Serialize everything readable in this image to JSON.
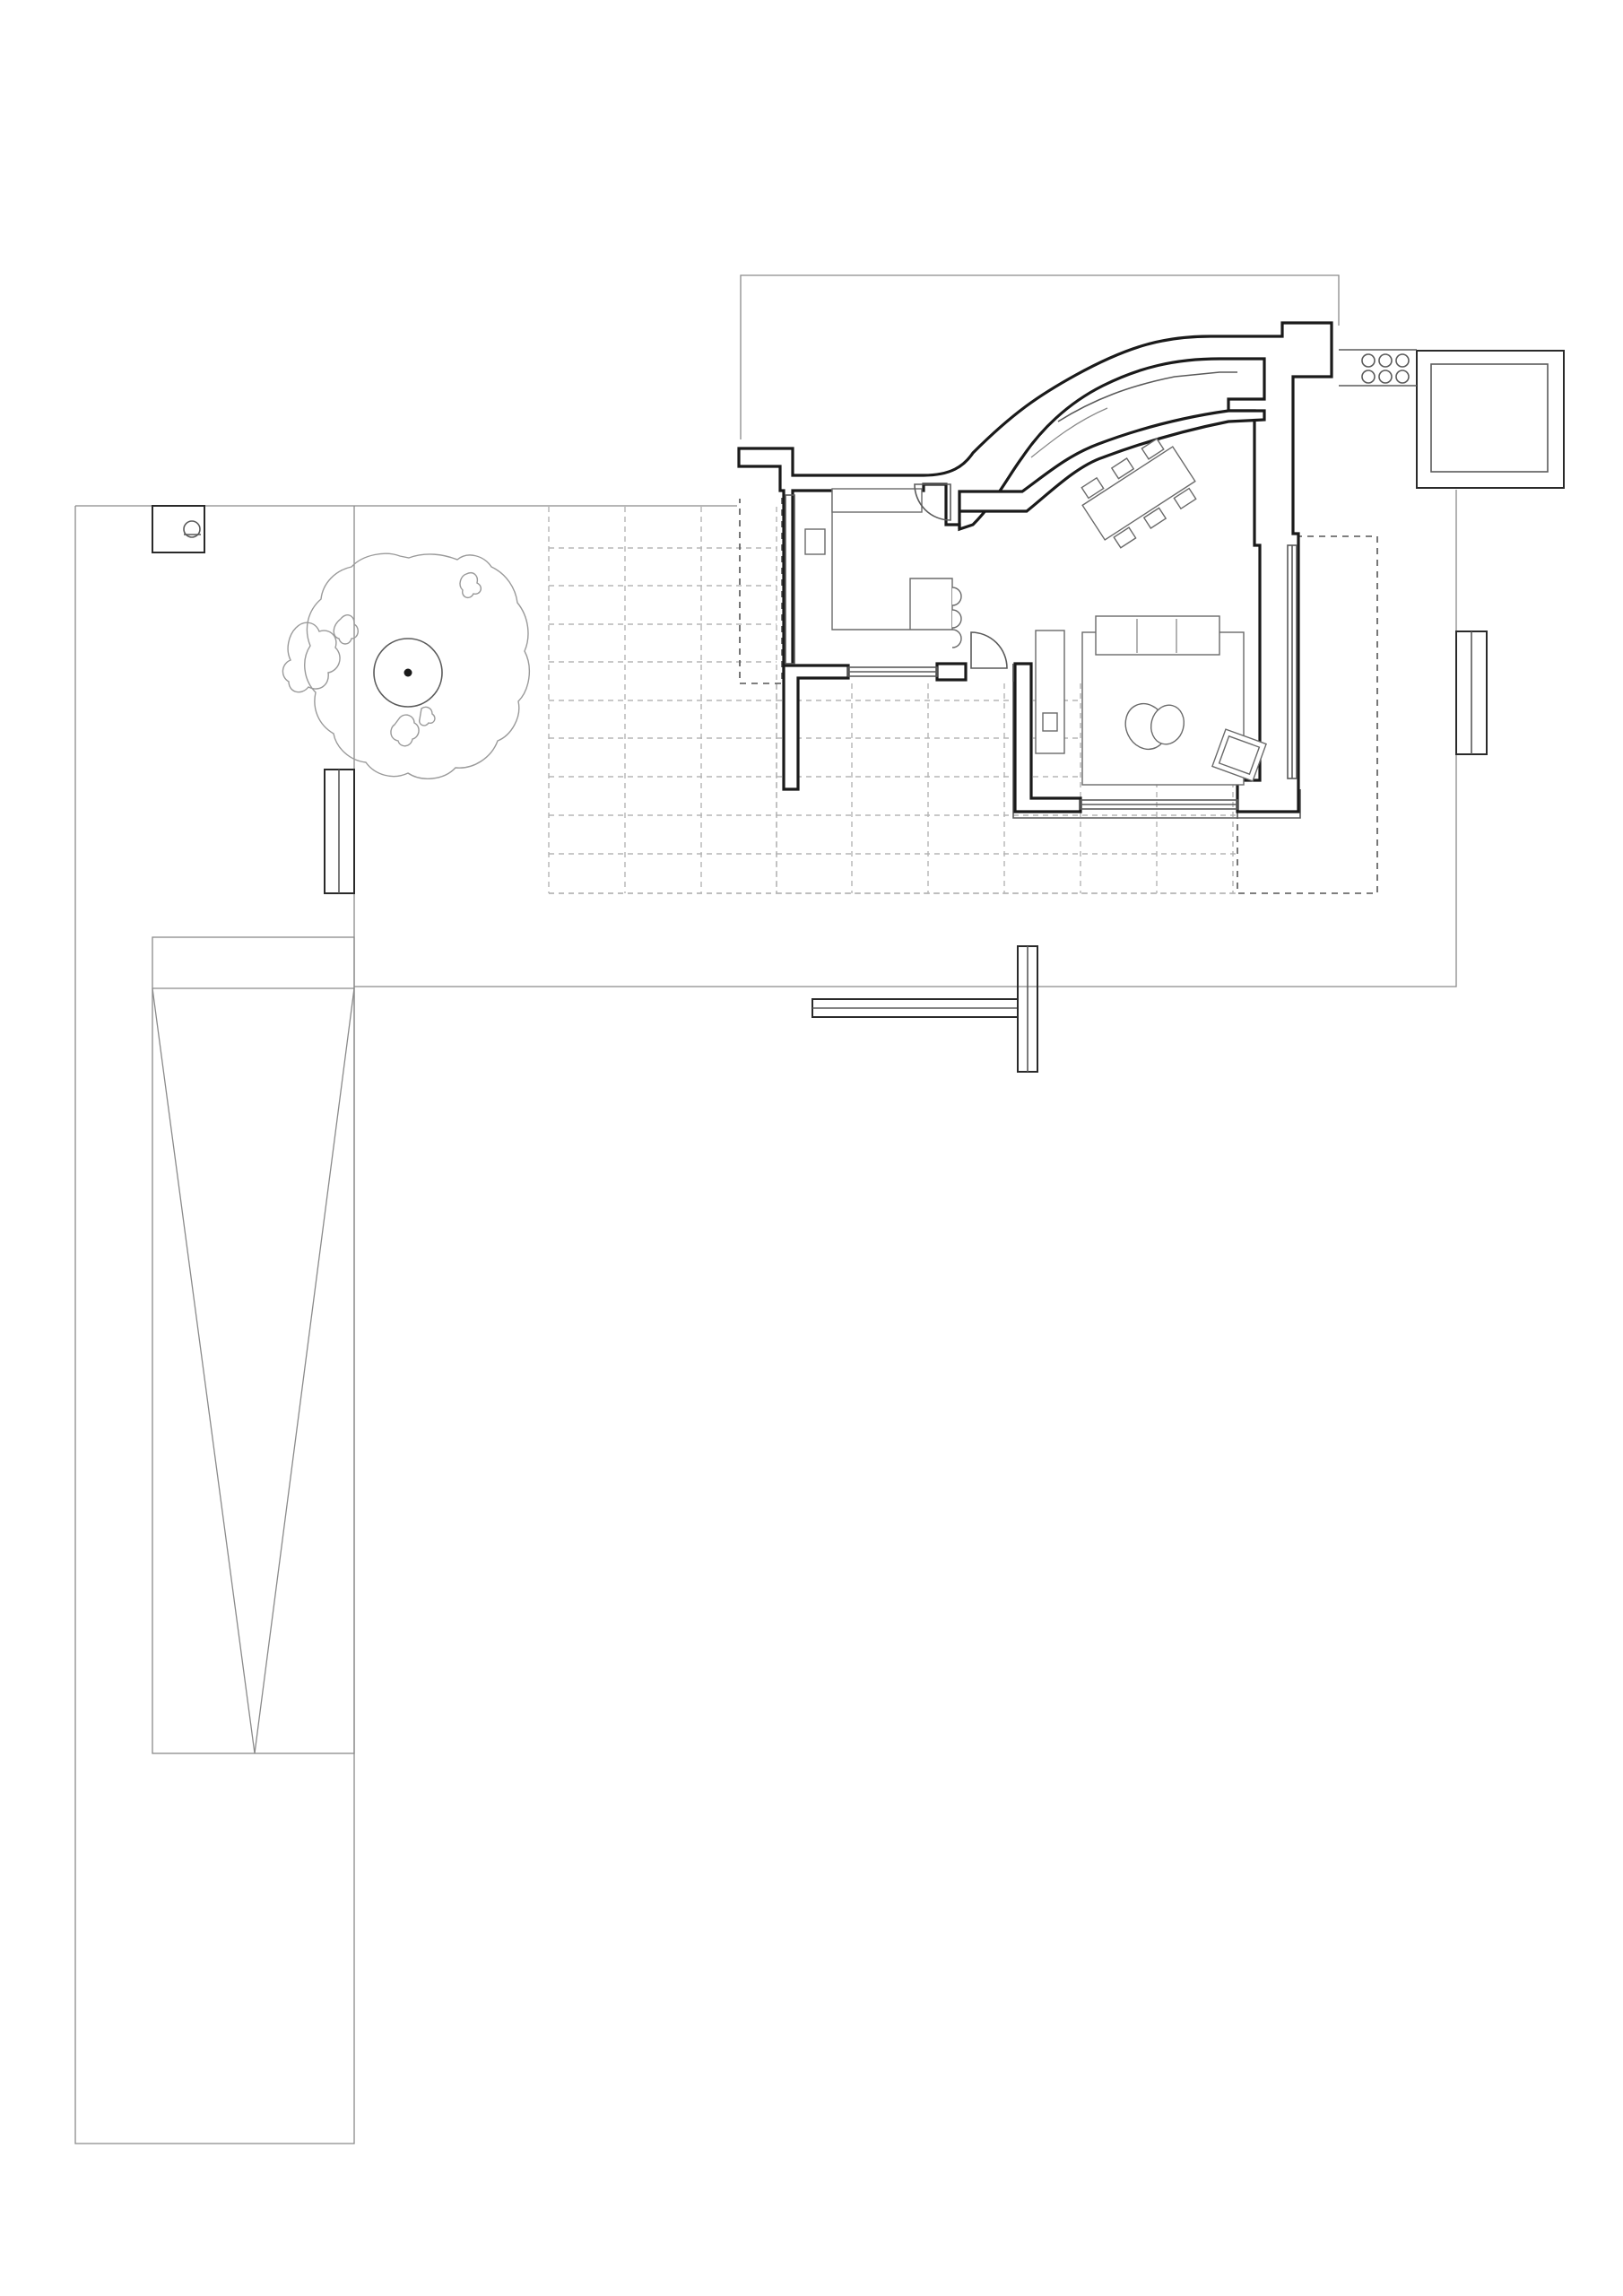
{
  "drawing": {
    "kind": "architectural site and ground-floor plan",
    "elements": [
      "rear-lawn-outline",
      "rear-garden-boundary",
      "terrace-grid",
      "house-walls",
      "curved-staircase",
      "kitchen",
      "dining-table",
      "living-room-sofa",
      "armchair",
      "coffee-table",
      "entrance-doors",
      "tree",
      "bench-left",
      "bench-right",
      "bench-front",
      "shed",
      "hot-tub",
      "long-lawn-strip"
    ],
    "colors": {
      "line": "#1a1a1a",
      "thin": "#8a8a8a",
      "dashed": "#b5b5b5",
      "background": "#ffffff"
    }
  }
}
